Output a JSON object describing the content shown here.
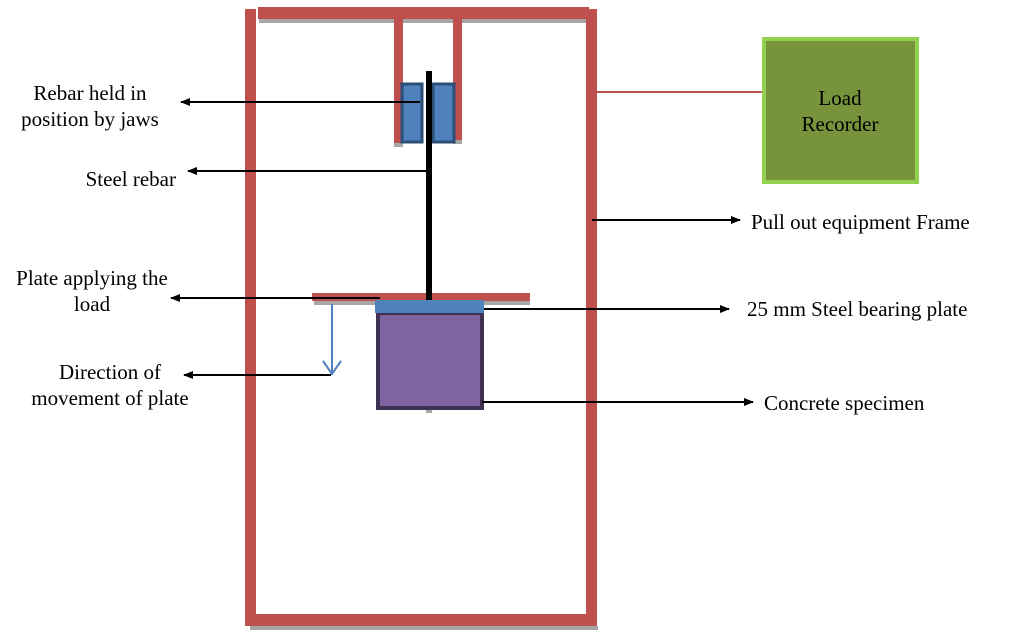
{
  "title": "Pull out test setup",
  "colors": {
    "frame": "#c0504d",
    "frame_shadow": "#a6a6a6",
    "jaw_fill": "#4f81bd",
    "jaw_border": "#2c4d75",
    "rebar": "#000000",
    "bearing_plate": "#4f81bd",
    "specimen_fill": "#8064a2",
    "specimen_border": "#3f3151",
    "recorder_fill": "#77933c",
    "recorder_border": "#92d050",
    "arrow_blue": "#4f81bd",
    "leader": "#000000"
  },
  "components": {
    "load_recorder": "Load\nRecorder"
  },
  "labels": {
    "rebar_jaws": "Rebar held in\nposition by jaws",
    "steel_rebar": "Steel rebar",
    "plate_load": "Plate applying the\nload",
    "direction": "Direction of\nmovement of plate",
    "frame": "Pull out equipment Frame",
    "bearing_plate": "25 mm Steel bearing plate",
    "specimen": "Concrete specimen"
  }
}
